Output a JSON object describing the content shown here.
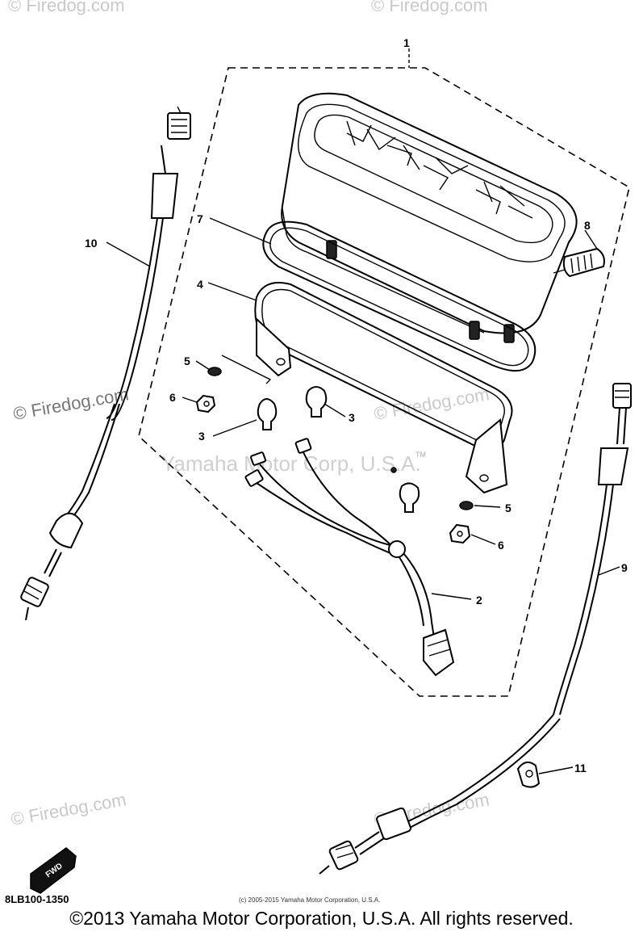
{
  "watermarks": {
    "firedog_top_left": "© Firedog.com",
    "firedog_top_right": "© Firedog.com",
    "firedog_mid_left": "© Firedog.com",
    "firedog_mid_right": "© Firedog.com",
    "firedog_bottom_left": "© Firedog.com",
    "firedog_bottom_right": "© Firedog.com",
    "center_text": "Yamaha Motor Corp, U.S.A.",
    "trademark": "TM"
  },
  "callouts": {
    "c1": "1",
    "c2": "2",
    "c3a": "3",
    "c3b": "3",
    "c4": "4",
    "c5a": "5",
    "c5b": "5",
    "c6a": "6",
    "c6b": "6",
    "c7": "7",
    "c8": "8",
    "c9": "9",
    "c10": "10",
    "c11": "11"
  },
  "fwd_label": "FWD",
  "diagram_code": "8LB100-1350",
  "small_copyright": "(c) 2005-2015 Yamaha Motor Corporation, U.S.A.",
  "copyright": "©2013 Yamaha Motor Corporation, U.S.A. All rights reserved."
}
